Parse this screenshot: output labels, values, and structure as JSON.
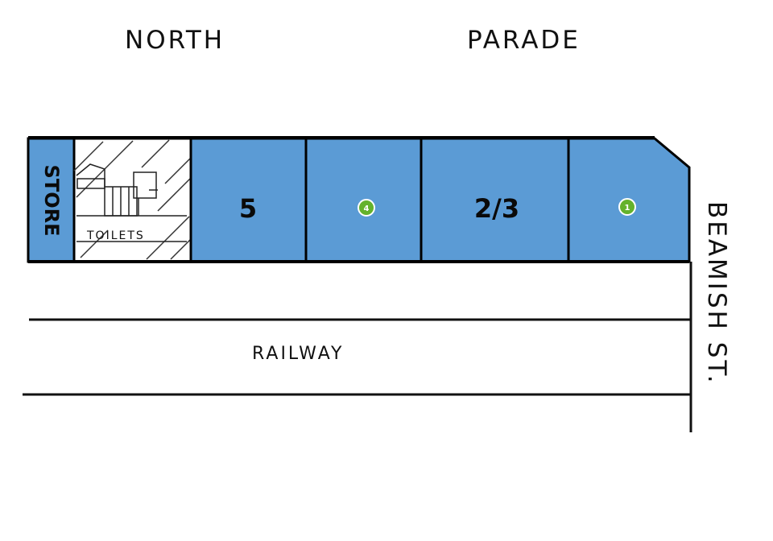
{
  "streets": {
    "north_word1": "NORTH",
    "north_word2": "PARADE",
    "side": "BEAMISH ST.",
    "rail": "RAILWAY"
  },
  "store_label": "STORE",
  "toilets_label": "TOILETS",
  "lots": [
    {
      "id": "lot-5",
      "label": "5"
    },
    {
      "id": "lot-4",
      "marker": "4"
    },
    {
      "id": "lot-2-3",
      "label": "2/3"
    },
    {
      "id": "lot-1",
      "marker": "1"
    }
  ],
  "colors": {
    "lot_fill": "#5b9bd5",
    "marker_fill": "#64b22c",
    "outline": "#000000"
  }
}
